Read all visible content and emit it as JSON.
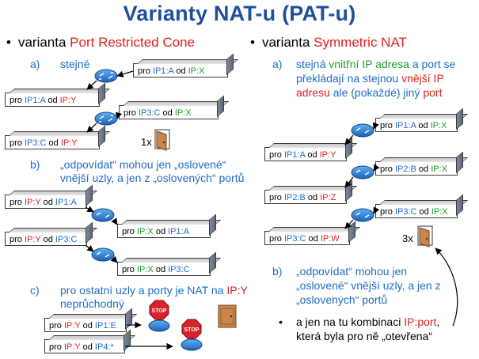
{
  "title": "Varianty NAT-u (PAT-u)",
  "left": {
    "heading_prefix": "varianta",
    "heading_name": "Port Restricted Cone",
    "a_label": "a)",
    "a_text": "stejné",
    "packets_a": [
      {
        "pre": "pro ",
        "dst": "IP1:A",
        "mid": " od ",
        "src": "IP:X"
      },
      {
        "pre": "pro ",
        "dst": "IP1:A",
        "mid": " od ",
        "src": "IP:Y"
      },
      {
        "pre": "pro ",
        "dst": "IP3:C",
        "mid": " od ",
        "src": "IP:X"
      },
      {
        "pre": "pro ",
        "dst": "IP3:C",
        "mid": " od ",
        "src": "IP:Y"
      }
    ],
    "count_1x": "1x",
    "b_label": "b)",
    "b_line1": "„odpovídat“ mohou jen „oslovené“",
    "b_line2": "vnější uzly, a jen z „oslovených“ portů",
    "packets_b": [
      {
        "pre": "pro ",
        "dst": "IP:Y",
        "mid": " od ",
        "src": "IP1:A"
      },
      {
        "pre": "pro ",
        "dst": "IP:X",
        "mid": " od ",
        "src": "IP1:A"
      },
      {
        "pre": "pro ",
        "dst": "IP:Y",
        "mid": " od ",
        "src": "IP3:C"
      },
      {
        "pre": "pro ",
        "dst": "IP:X",
        "mid": " od ",
        "src": "IP3:C"
      }
    ],
    "c_label": "c)",
    "c_line1_pre": "pro ostatní uzly a porty je NAT na ",
    "c_line1_ip": "IP:Y",
    "c_line2": "neprůchodný",
    "packets_c": [
      {
        "pre": "pro ",
        "dst": "IP:Y",
        "mid": " od ",
        "src": "IP1:E"
      },
      {
        "pre": "pro ",
        "dst": "IP:Y",
        "mid": " od ",
        "src": "IP4:*"
      }
    ],
    "stop_label": "STOP"
  },
  "right": {
    "heading_prefix": "varianta",
    "heading_name": "Symmetric NAT",
    "a_label": "a)",
    "a_line1_pre": "stejná ",
    "a_line1_mid": "vnitřní IP adresa",
    "a_line1_post": " a port se",
    "a_line2_pre": "překládají na stejnou ",
    "a_line2_red": "vnější IP",
    "a_line3_red": "adresu",
    "a_line3_mid": " ale (pokaždé) jiný ",
    "a_line3_red2": "port",
    "packets": [
      {
        "pre": "pro ",
        "dst": "IP1:A",
        "mid": " od ",
        "src": "IP:X"
      },
      {
        "pre": "pro ",
        "dst": "IP1:A",
        "mid": " od ",
        "src": "IP:Y"
      },
      {
        "pre": "pro ",
        "dst": "IP2:B",
        "mid": " od ",
        "src": "IP:X"
      },
      {
        "pre": "pro ",
        "dst": "IP2:B",
        "mid": " od ",
        "src": "IP:Z"
      },
      {
        "pre": "pro ",
        "dst": "IP3:C",
        "mid": " od ",
        "src": "IP:X"
      },
      {
        "pre": "pro ",
        "dst": "IP3:C",
        "mid": " od ",
        "src": "IP:W"
      }
    ],
    "count_3x": "3x",
    "b_label": "b)",
    "b_line1": "„odpovídat“ mohou jen",
    "b_line2": "„oslovené“ vnější uzly, a jen z",
    "b_line3": "„oslovených“ portů",
    "sub_line1_pre": "a jen na tu kombinaci ",
    "sub_line1_ip": "IP:port",
    "sub_line1_post": ",",
    "sub_line2": "která byla pro ně „otevřena“"
  },
  "colors": {
    "title": "#1f4f9c",
    "blue_text": "#1f6cc8",
    "red_text": "#e21d1d",
    "green_text": "#1f9a2a",
    "router": "#2b7fd0",
    "stop": "#d8232a"
  }
}
